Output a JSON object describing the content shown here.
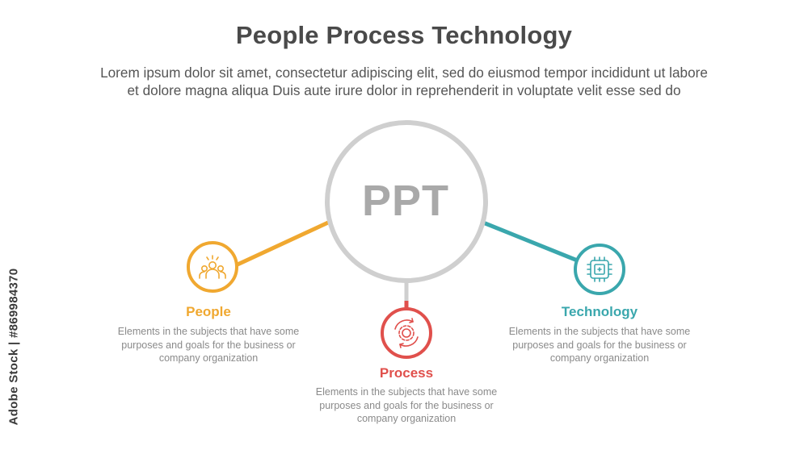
{
  "header": {
    "title": "People Process Technology",
    "subtitle_line1": "Lorem ipsum dolor sit amet, consectetur adipiscing elit, sed do eiusmod tempor incididunt ut labore",
    "subtitle_line2": "et dolore magna aliqua Duis aute irure dolor in reprehenderit in voluptate velit esse sed do"
  },
  "center": {
    "label": "PPT",
    "color": "#cfcfcf"
  },
  "nodes": [
    {
      "title": "People",
      "icon": "people-group-icon",
      "color": "#f0a830",
      "desc_line1": "Elements in the subjects that have some",
      "desc_line2": "purposes and goals for the business or",
      "desc_line3": "company organization"
    },
    {
      "title": "Process",
      "icon": "gear-cycle-icon",
      "color": "#e0504c",
      "desc_line1": "Elements in the subjects that have some",
      "desc_line2": "purposes and goals for the business or",
      "desc_line3": "company organization"
    },
    {
      "title": "Technology",
      "icon": "cpu-chip-icon",
      "color": "#3aa7ad",
      "desc_line1": "Elements in the subjects that have some",
      "desc_line2": "purposes and goals for the business or",
      "desc_line3": "company organization"
    }
  ],
  "watermark": {
    "text": "Adobe Stock | #869984370"
  }
}
